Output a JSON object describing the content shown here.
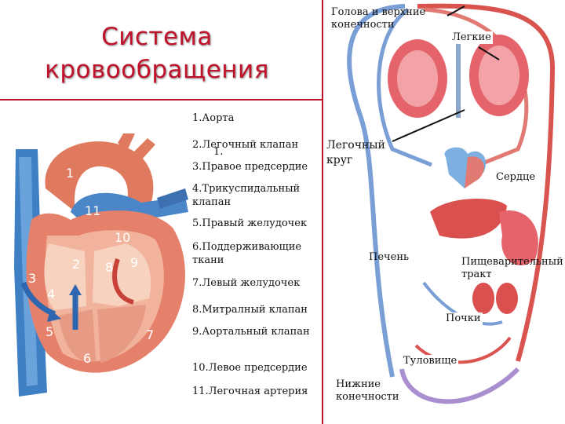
{
  "title": "Система кровообращения",
  "legend": [
    "1.Аорта",
    "2.Легочный клапан",
    "3.Правое предсердие",
    "4.Трикуспидальный клапан",
    "5.Правый желудочек",
    "6.Поддерживающие ткани",
    "7.Левый желудочек",
    "8.Митралный клапан",
    "9.Аортальный клапан",
    "10.Левое предсердие",
    "11.Легочная артерия"
  ],
  "stray_label": "1.",
  "heart_numbers": [
    "1",
    "2",
    "3",
    "4",
    "5",
    "6",
    "7",
    "8",
    "9",
    "10",
    "11"
  ],
  "circulation_labels": {
    "head_arms": "Голова и верхние конечности",
    "lungs": "Легкие",
    "pulmonary_circuit": "Легочный круг",
    "heart": "Сердце",
    "liver": "Печень",
    "digestive": "Пищеварительный тракт",
    "kidneys": "Почки",
    "trunk": "Туловище",
    "lower_limbs": "Нижние конечности"
  },
  "colors": {
    "title": "#c0122a",
    "oxygenated": "#d9534f",
    "deoxygenated": "#7a9fd6",
    "divider": "#c0122a"
  }
}
